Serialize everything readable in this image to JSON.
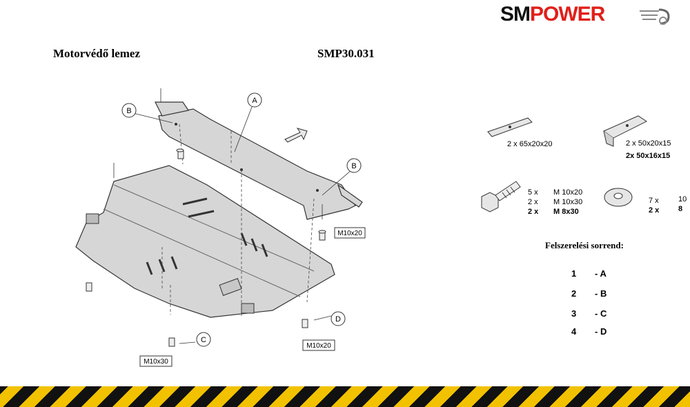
{
  "brand": {
    "name_left": "SM",
    "name_right": "POWER"
  },
  "title": "Motorvédő lemez",
  "code": "SMP30.031",
  "diagram": {
    "callouts": [
      "A",
      "B",
      "B",
      "C",
      "D"
    ],
    "bolt_tags": [
      "M10x20",
      "M10x30",
      "M10x20"
    ]
  },
  "kit": {
    "bracket_flat": "2 x  65x20x20",
    "bracket_bent_1": "2 x  50x20x15",
    "bracket_bent_2": "2x 50x16x15",
    "bolts": [
      {
        "qty": "5 x",
        "size": "M 10x20"
      },
      {
        "qty": "2 x",
        "size": "M 10x30"
      },
      {
        "qty": "2 x",
        "size": "M 8x30"
      }
    ],
    "washers": [
      {
        "qty": "7 x",
        "size": "10"
      },
      {
        "qty": "2 x",
        "size": "8"
      }
    ]
  },
  "sequence": {
    "title": "Felszerelési sorrend:",
    "steps": [
      {
        "num": "1",
        "part": "- A"
      },
      {
        "num": "2",
        "part": "- B"
      },
      {
        "num": "3",
        "part": "- C"
      },
      {
        "num": "4",
        "part": "- D"
      }
    ]
  },
  "colors": {
    "accent_red": "#e0201b",
    "stripe_yellow": "#f2c200",
    "plate_gray": "#d6d6d6"
  }
}
